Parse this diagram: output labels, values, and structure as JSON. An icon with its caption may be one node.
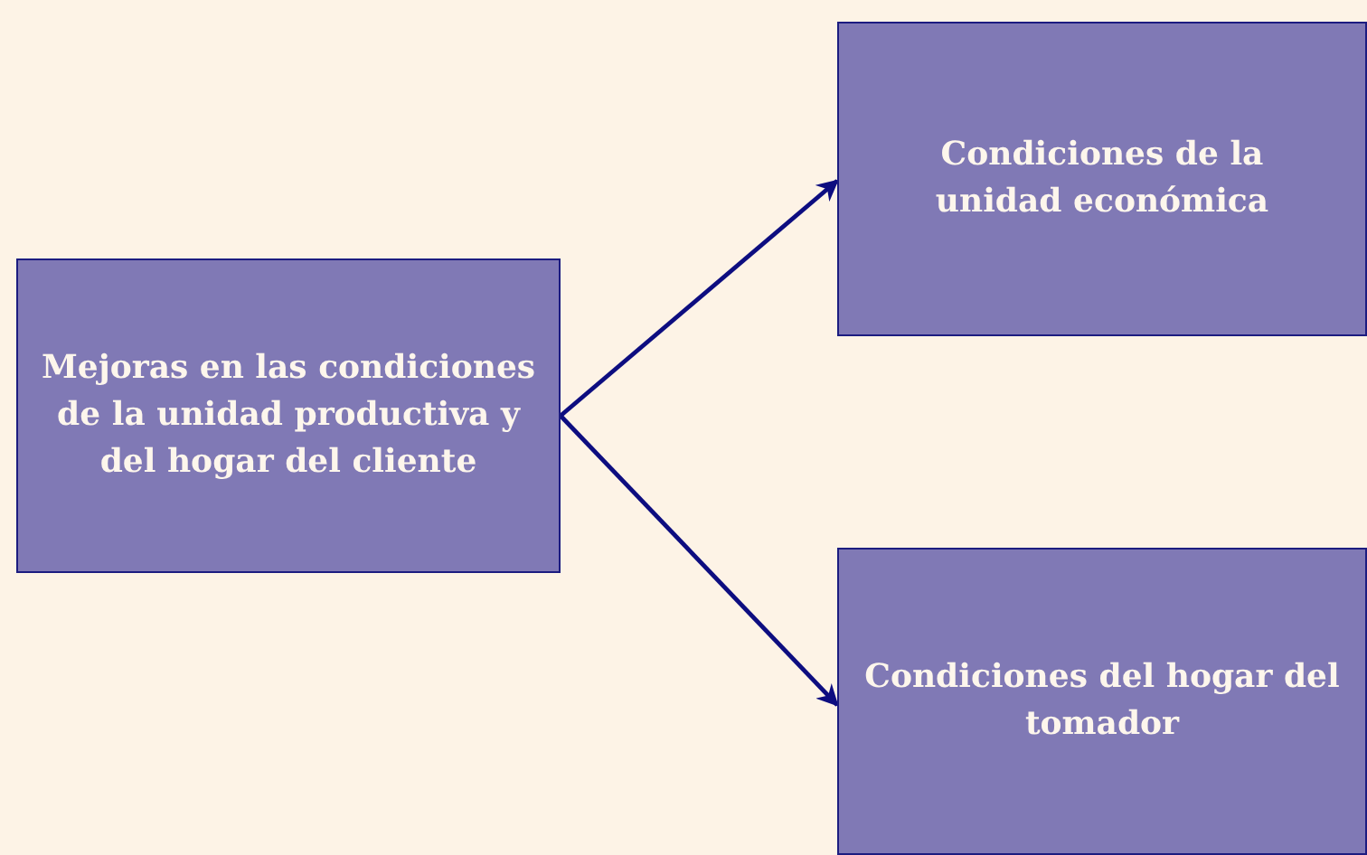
{
  "diagram": {
    "nodes": [
      {
        "text": [
          "Mejoras en las condiciones de la unidad productiva y del hogar del cliente"
        ]
      },
      {
        "text": [
          "Condiciones de la unidad económica"
        ]
      },
      {
        "text": [
          "Condiciones del hogar del tomador"
        ]
      }
    ],
    "edges": [
      {
        "from": 0,
        "to": 1,
        "arrow": "to"
      },
      {
        "from": 0,
        "to": 2,
        "arrow": "to"
      }
    ]
  }
}
